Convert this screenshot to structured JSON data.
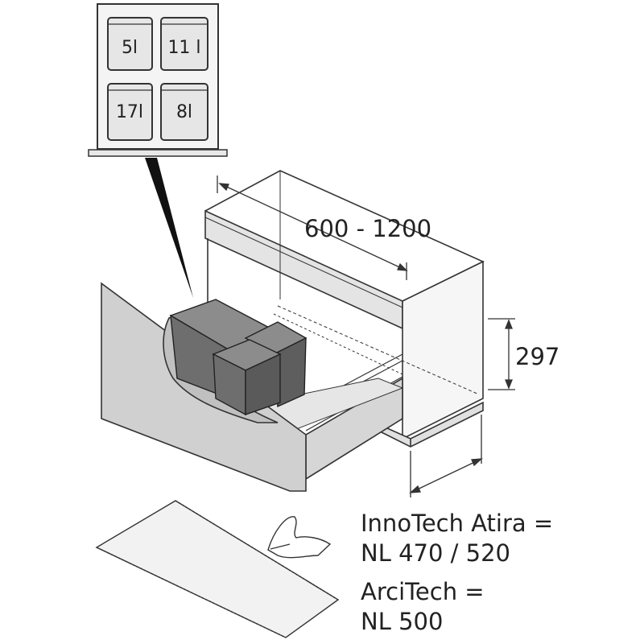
{
  "bins_top_view": {
    "bins": [
      {
        "label": "5l"
      },
      {
        "label": "11 l"
      },
      {
        "label": "17l"
      },
      {
        "label": "8l"
      }
    ]
  },
  "dimensions": {
    "width_range": "600 - 1200",
    "height": "297"
  },
  "notes": {
    "line1": "InnoTech Atira =",
    "line2": "NL 470 / 520",
    "line3": "ArciTech =",
    "line4": "NL 500"
  },
  "colors": {
    "line": "#333333",
    "panel_fill": "#dcdcdc",
    "bin_fill": "#6e6e6e",
    "bin_top": "#8c8c8c",
    "callout": "#111111"
  }
}
